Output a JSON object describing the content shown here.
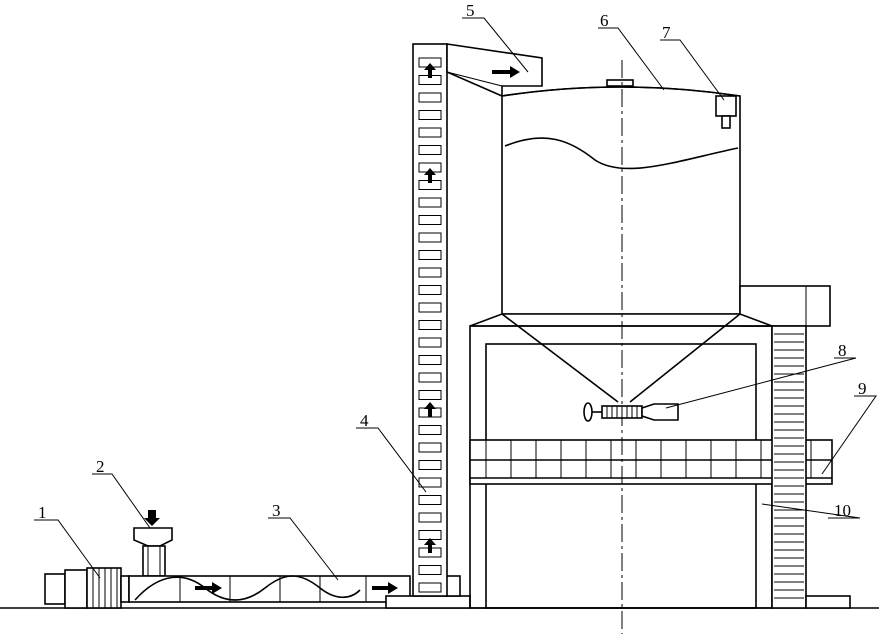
{
  "labels": [
    {
      "id": "1",
      "text": "1"
    },
    {
      "id": "2",
      "text": "2"
    },
    {
      "id": "3",
      "text": "3"
    },
    {
      "id": "4",
      "text": "4"
    },
    {
      "id": "5",
      "text": "5"
    },
    {
      "id": "6",
      "text": "6"
    },
    {
      "id": "7",
      "text": "7"
    },
    {
      "id": "8",
      "text": "8"
    },
    {
      "id": "9",
      "text": "9"
    },
    {
      "id": "10",
      "text": "10"
    }
  ]
}
